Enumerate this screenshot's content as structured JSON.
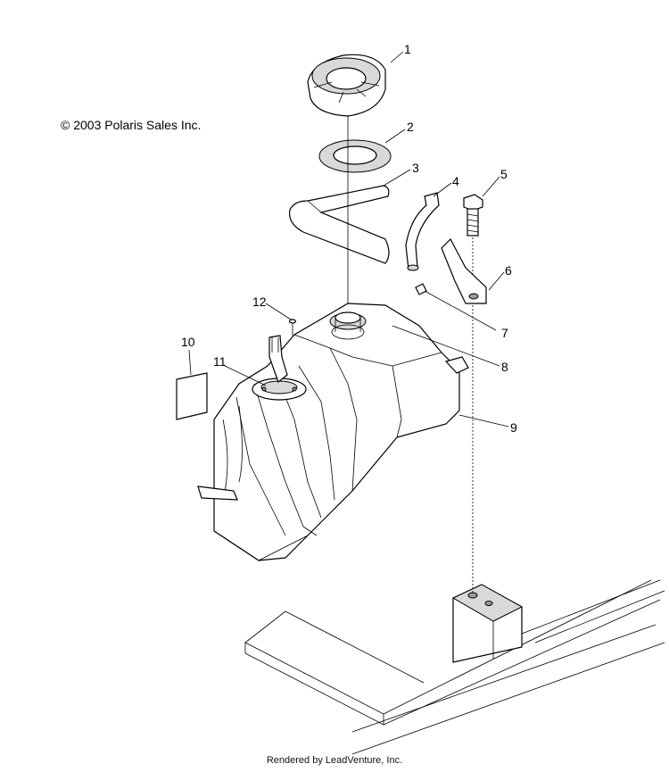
{
  "copyright": "© 2003 Polaris Sales Inc.",
  "footer": "Rendered by LeadVenture, Inc.",
  "callouts": [
    "1",
    "2",
    "3",
    "4",
    "5",
    "6",
    "7",
    "8",
    "9",
    "10",
    "11",
    "12"
  ]
}
